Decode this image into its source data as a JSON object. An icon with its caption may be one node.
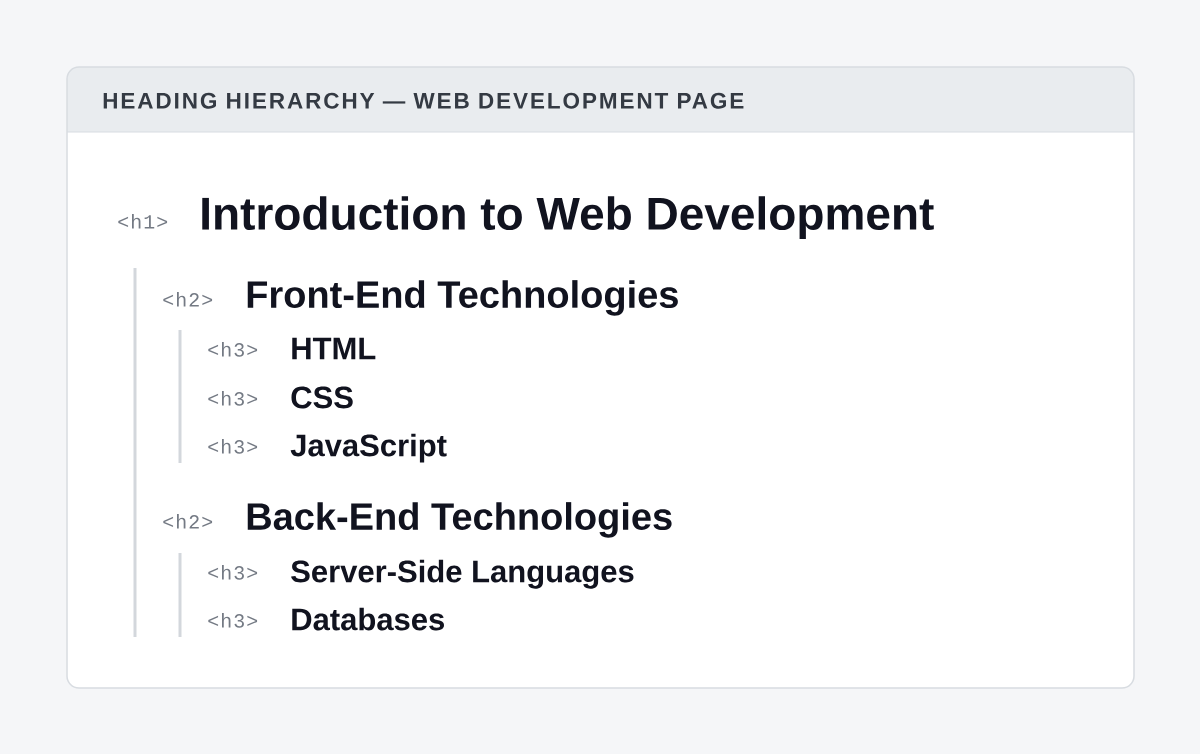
{
  "diagram": {
    "nodes": [
      {
        "text": [
          "HEADING HIERARCHY — WEB DEVELOPMENT PAGE"
        ]
      }
    ],
    "labels": [
      "<h1>",
      "Introduction to Web Development",
      "<h2>",
      "Front-End Technologies",
      "<h3>",
      "HTML",
      "<h3>",
      "CSS",
      "<h3>",
      "JavaScript",
      "<h2>",
      "Back-End Technologies",
      "<h3>",
      "Server-Side Languages",
      "<h3>",
      "Databases"
    ]
  }
}
